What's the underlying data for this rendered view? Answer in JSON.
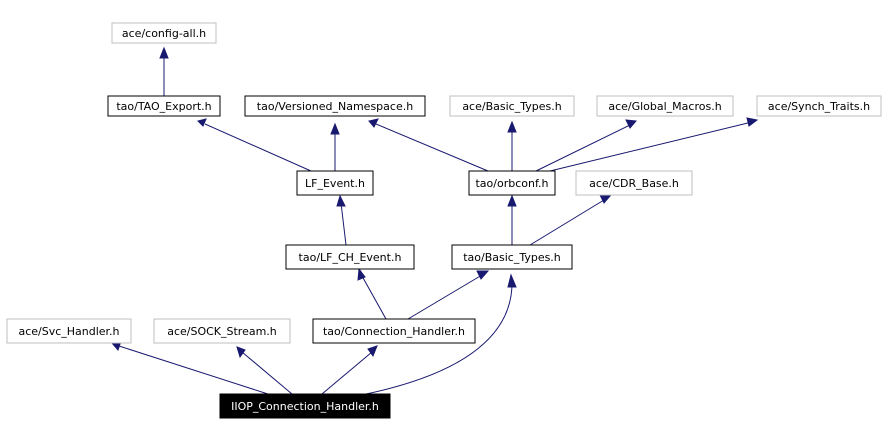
{
  "nodes": {
    "config_all": {
      "label": "ace/config-all.h",
      "style": "external"
    },
    "tao_export": {
      "label": "tao/TAO_Export.h",
      "style": "documented"
    },
    "versioned_ns": {
      "label": "tao/Versioned_Namespace.h",
      "style": "documented"
    },
    "ace_basic": {
      "label": "ace/Basic_Types.h",
      "style": "external"
    },
    "global_macros": {
      "label": "ace/Global_Macros.h",
      "style": "external"
    },
    "synch_traits": {
      "label": "ace/Synch_Traits.h",
      "style": "external"
    },
    "lf_event": {
      "label": "LF_Event.h",
      "style": "documented"
    },
    "orbconf": {
      "label": "tao/orbconf.h",
      "style": "documented"
    },
    "cdr_base": {
      "label": "ace/CDR_Base.h",
      "style": "external"
    },
    "lf_ch_event": {
      "label": "tao/LF_CH_Event.h",
      "style": "documented"
    },
    "tao_basic": {
      "label": "tao/Basic_Types.h",
      "style": "documented"
    },
    "svc_handler": {
      "label": "ace/Svc_Handler.h",
      "style": "external"
    },
    "sock_stream": {
      "label": "ace/SOCK_Stream.h",
      "style": "external"
    },
    "conn_handler": {
      "label": "tao/Connection_Handler.h",
      "style": "documented"
    },
    "iiop_handler": {
      "label": "IIOP_Connection_Handler.h",
      "style": "current"
    }
  },
  "edges": [
    {
      "from": "tao_export",
      "to": "config_all"
    },
    {
      "from": "lf_event",
      "to": "tao_export"
    },
    {
      "from": "lf_event",
      "to": "versioned_ns"
    },
    {
      "from": "orbconf",
      "to": "versioned_ns"
    },
    {
      "from": "orbconf",
      "to": "ace_basic"
    },
    {
      "from": "orbconf",
      "to": "global_macros"
    },
    {
      "from": "orbconf",
      "to": "synch_traits"
    },
    {
      "from": "lf_ch_event",
      "to": "lf_event"
    },
    {
      "from": "tao_basic",
      "to": "orbconf"
    },
    {
      "from": "tao_basic",
      "to": "cdr_base"
    },
    {
      "from": "conn_handler",
      "to": "lf_ch_event"
    },
    {
      "from": "conn_handler",
      "to": "tao_basic"
    },
    {
      "from": "iiop_handler",
      "to": "svc_handler"
    },
    {
      "from": "iiop_handler",
      "to": "sock_stream"
    },
    {
      "from": "iiop_handler",
      "to": "conn_handler"
    },
    {
      "from": "iiop_handler",
      "to": "tao_basic"
    }
  ],
  "colors": {
    "edge": "#191970",
    "documented_border": "#000000",
    "external_border": "#bfbfbf",
    "current_fill": "#000000",
    "current_text": "#ffffff",
    "text": "#000000"
  }
}
